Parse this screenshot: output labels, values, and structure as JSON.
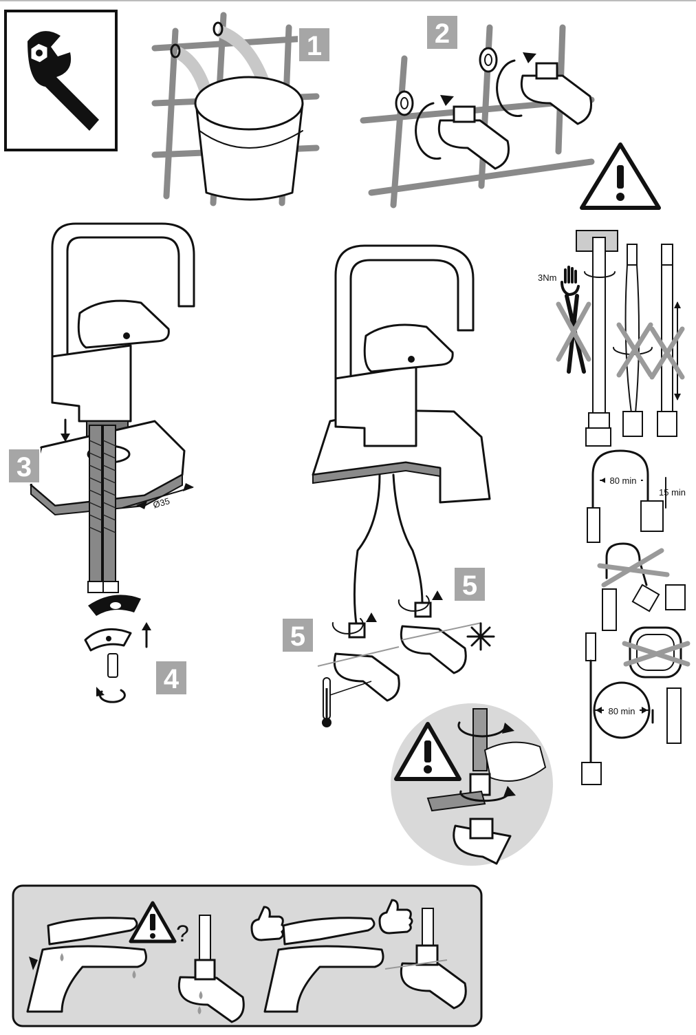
{
  "steps": {
    "s1": "1",
    "s2": "2",
    "s3": "3",
    "s4": "4",
    "s5a": "5",
    "s5b": "5"
  },
  "labels": {
    "hole_diameter": "Ø35",
    "torque": "3Nm",
    "hose_bend_width": "80 min",
    "hose_bend_height": "15 min",
    "hose_loop_diameter": "80 min",
    "question_mark": "?"
  },
  "icons": {
    "tool": "wrench-icon",
    "warning": "warning-triangle-icon",
    "frost": "snowflake-icon",
    "approve": "thumbs-up-icon"
  },
  "colors": {
    "step_box": "#a6a6a6",
    "grid": "#8a8a8a",
    "panel_bg": "#d9d9d9",
    "line": "#111111"
  }
}
